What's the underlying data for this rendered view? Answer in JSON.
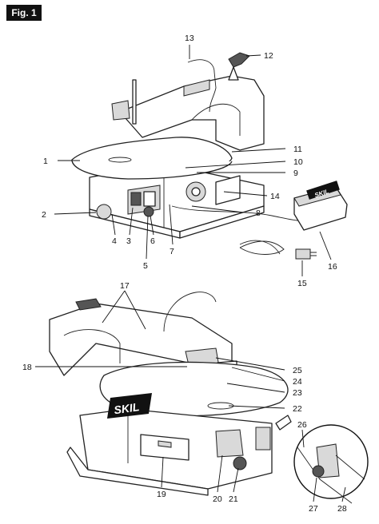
{
  "figure": {
    "label": "Fig. 1",
    "brand": "SKIL"
  },
  "top_callouts": [
    {
      "n": "1"
    },
    {
      "n": "2"
    },
    {
      "n": "3"
    },
    {
      "n": "4"
    },
    {
      "n": "5"
    },
    {
      "n": "6"
    },
    {
      "n": "7"
    },
    {
      "n": "8"
    },
    {
      "n": "9"
    },
    {
      "n": "10"
    },
    {
      "n": "11"
    },
    {
      "n": "12"
    },
    {
      "n": "13"
    },
    {
      "n": "14"
    },
    {
      "n": "15"
    },
    {
      "n": "16"
    }
  ],
  "bottom_callouts": [
    {
      "n": "17"
    },
    {
      "n": "18"
    },
    {
      "n": "19"
    },
    {
      "n": "20"
    },
    {
      "n": "21"
    },
    {
      "n": "22"
    },
    {
      "n": "23"
    },
    {
      "n": "24"
    },
    {
      "n": "25"
    },
    {
      "n": "26"
    },
    {
      "n": "27"
    },
    {
      "n": "28"
    }
  ]
}
